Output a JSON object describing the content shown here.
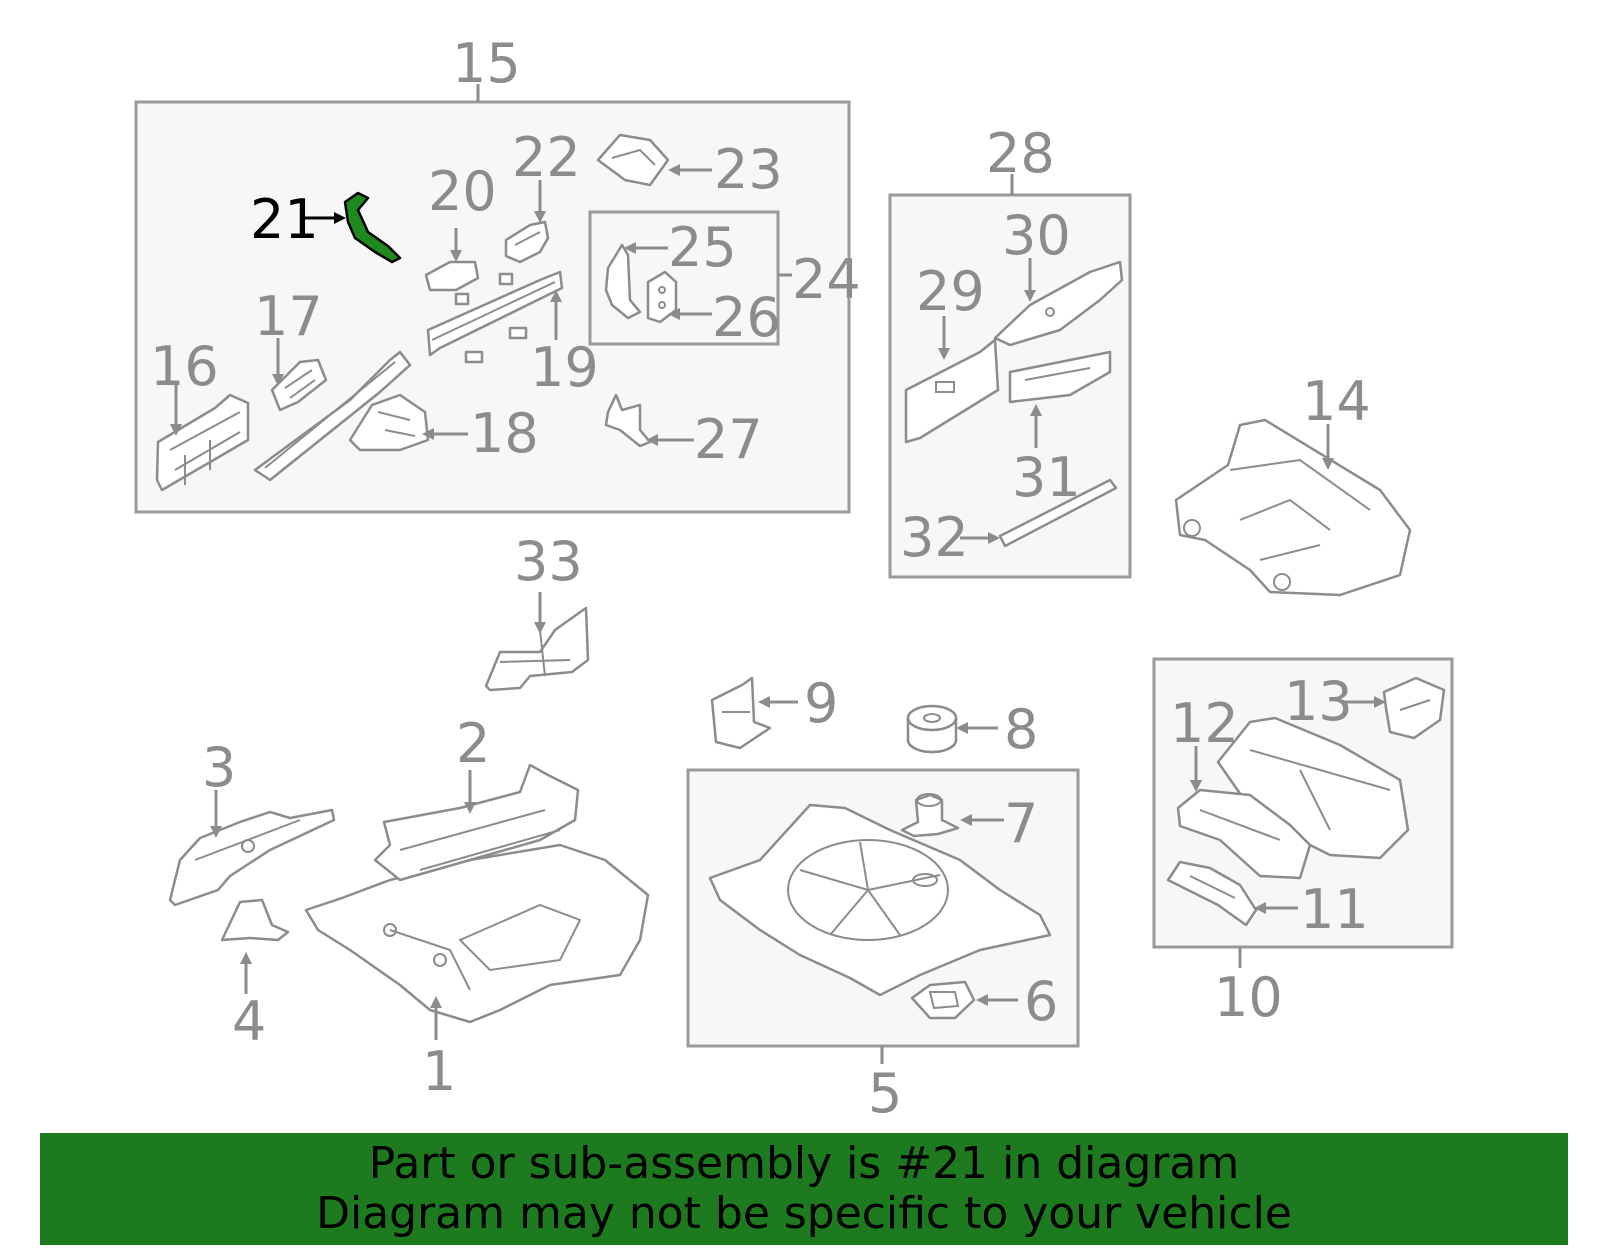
{
  "highlight": {
    "part_number": "21",
    "color": "#1e7a1e"
  },
  "callouts": {
    "c1": "1",
    "c2": "2",
    "c3": "3",
    "c4": "4",
    "c5": "5",
    "c6": "6",
    "c7": "7",
    "c8": "8",
    "c9": "9",
    "c10": "10",
    "c11": "11",
    "c12": "12",
    "c13": "13",
    "c14": "14",
    "c15": "15",
    "c16": "16",
    "c17": "17",
    "c18": "18",
    "c19": "19",
    "c20": "20",
    "c21": "21",
    "c22": "22",
    "c23": "23",
    "c24": "24",
    "c25": "25",
    "c26": "26",
    "c27": "27",
    "c28": "28",
    "c29": "29",
    "c30": "30",
    "c31": "31",
    "c32": "32",
    "c33": "33"
  },
  "footer": {
    "line1": "Part or sub-assembly is #21 in diagram",
    "line2": "Diagram may not be specific to your vehicle"
  }
}
